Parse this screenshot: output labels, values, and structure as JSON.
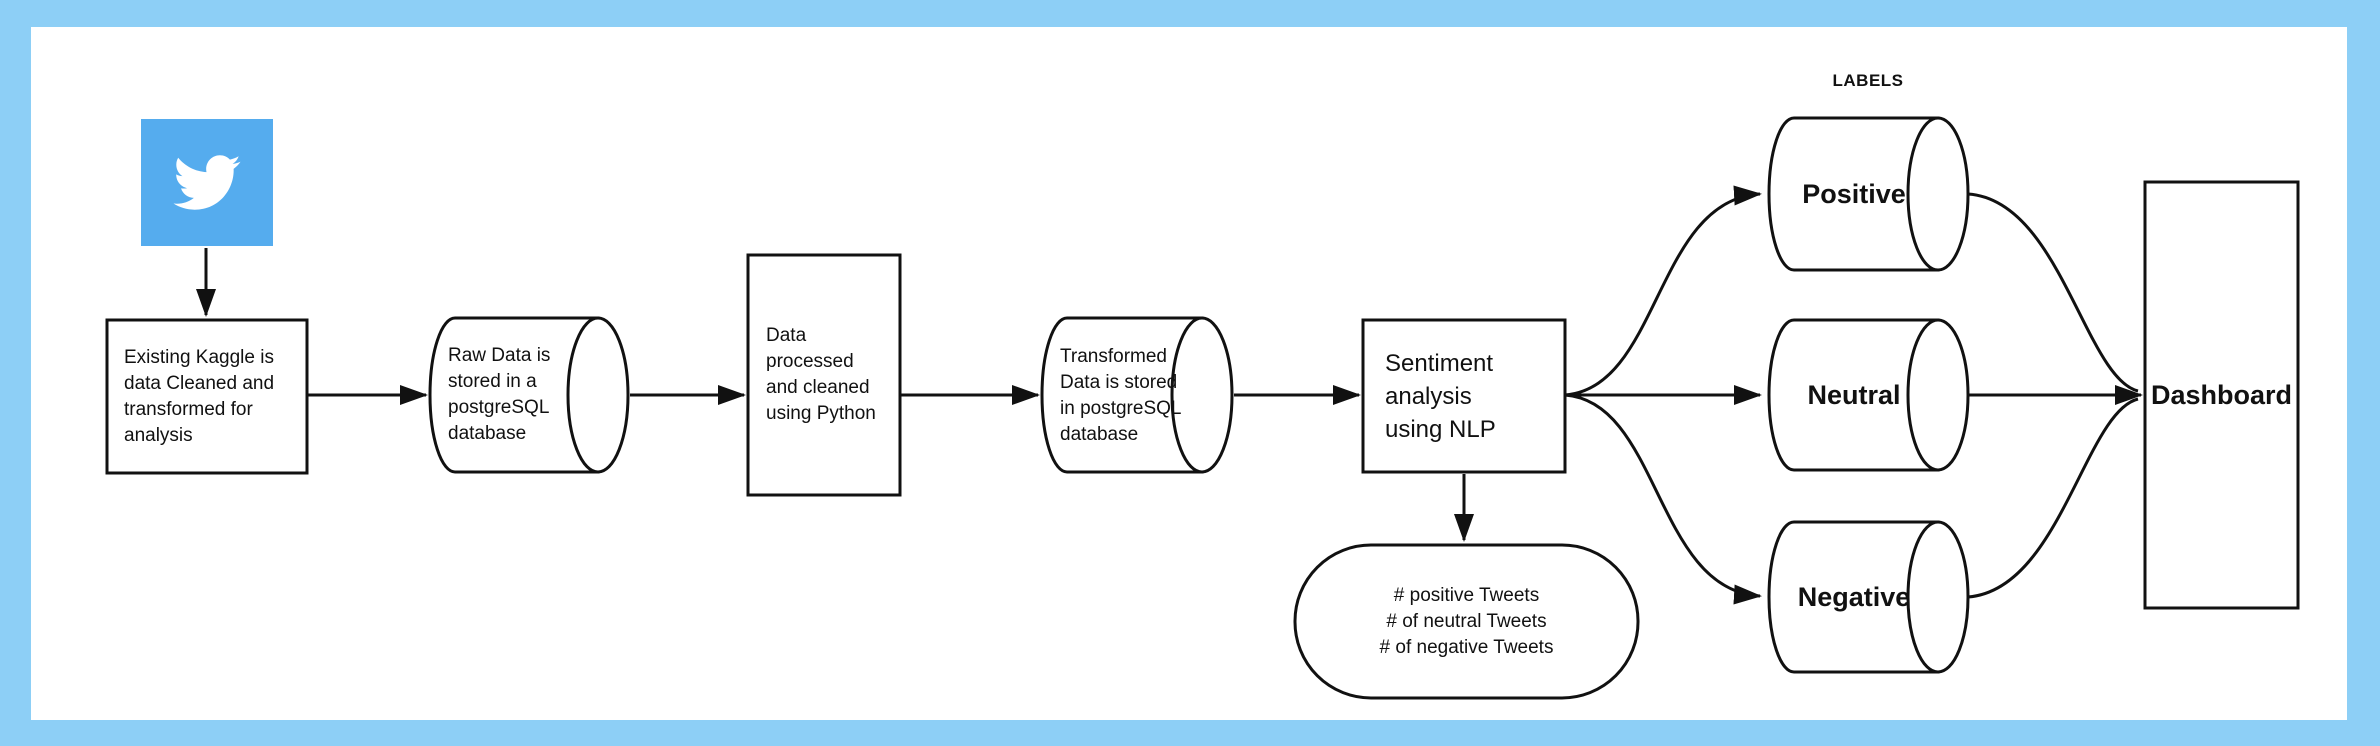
{
  "colors": {
    "frame_background": "#8DCFF6",
    "canvas_background": "#FFFFFF",
    "shape_stroke": "#111111",
    "twitter_blue": "#55ACEE",
    "twitter_bird": "#FFFFFF"
  },
  "diagram": {
    "source_icon": "twitter-logo",
    "kaggle_box": "Existing Kaggle is\ndata Cleaned and\ntransformed for\nanalysis",
    "raw_db": "Raw Data is\nstored in a\npostgreSQL\ndatabase",
    "python_box": "Data\nprocessed\nand cleaned\nusing Python",
    "transformed_db": "Transformed\nData is stored\nin postgreSQL\ndatabase",
    "sentiment_box": "Sentiment\nanalysis\nusing NLP",
    "counts_pill": "# positive Tweets\n# of neutral Tweets\n# of negative Tweets",
    "labels_heading": "LABELS",
    "positive_db": "Positive",
    "neutral_db": "Neutral",
    "negative_db": "Negative",
    "dashboard": "Dashboard"
  }
}
